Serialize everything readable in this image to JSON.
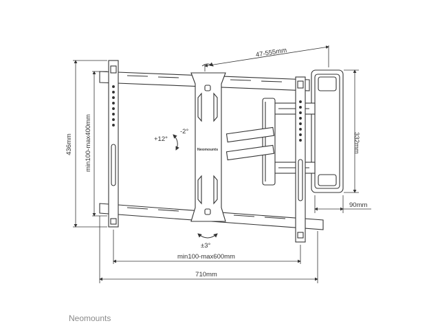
{
  "dimensions": {
    "arm_extension": "47-555mm",
    "bracket_height": "332mm",
    "total_height": "436mm",
    "vesa_vertical": "min100-max400mm",
    "vesa_horizontal": "min100-max600mm",
    "total_width": "710mm",
    "wall_depth": "90mm"
  },
  "tilt": {
    "up": "+12°",
    "down": "-2°",
    "level": "±3°"
  },
  "plate_label": "Neomounts",
  "brand": "Neomounts",
  "colors": {
    "line": "#333333",
    "fill": "#ffffff",
    "brand_text": "#8a8a8a"
  }
}
